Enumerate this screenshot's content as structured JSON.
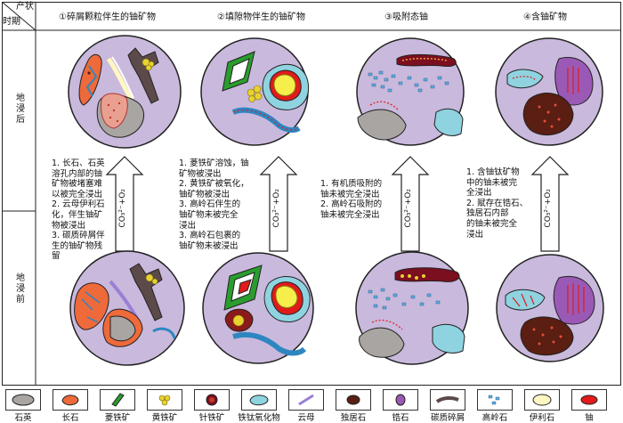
{
  "header": {
    "corner_top": "产状",
    "corner_bottom": "时期",
    "columns": [
      "①碎屑颗粒伴生的铀矿物",
      "②填隙物伴生的铀矿物",
      "③吸附态铀",
      "④含铀矿物"
    ]
  },
  "rows": {
    "after": "地浸后",
    "before": "地浸前"
  },
  "notes": [
    [
      "1. 长石、石英",
      "溶孔内部的铀",
      "矿物被堵塞难",
      "以被完全浸出",
      "2. 云母伊利石",
      "化，伴生铀矿",
      "物被浸出",
      "3. 碳质碎屑伴",
      "生的铀矿物残",
      "留"
    ],
    [
      "1. 菱铁矿溶蚀，铀",
      "矿物被浸出",
      "2. 黄铁矿被氧化，",
      "铀矿物被浸出",
      "3. 高岭石伴生的",
      "铀矿物未被完全",
      "浸出",
      "3. 高岭石包裹的",
      "铀矿物未被浸出"
    ],
    [
      "1. 有机质吸附的",
      "铀未被完全浸出",
      "2. 高岭石吸附的",
      "铀未被完全浸出"
    ],
    [
      "1. 含铀钛矿物",
      "中的铀未被完",
      "全浸出",
      "2. 赋存在锆石、",
      "独居石内部",
      "的铀未被完全",
      "浸出"
    ]
  ],
  "arrow_label": "CO₃²⁻+O₂",
  "legend": [
    "石英",
    "长石",
    "菱铁矿",
    "黄铁矿",
    "针铁矿",
    "铁钛氧化物",
    "云母",
    "独居石",
    "锆石",
    "碳质碎屑",
    "高岭石",
    "伊利石",
    "铀"
  ],
  "colors": {
    "circle_fill": "#c9b9dc",
    "quartz": "#a9a5a3",
    "feldspar": "#ee6a3a",
    "siderite": "#2a9d2f",
    "pyrite": "#e8d230",
    "goethite": "#7b0f1f",
    "fe_ti_oxide": "#8fd3e0",
    "mica": "#9a7fd6",
    "monazite": "#5a1e12",
    "zircon": "#9b59b6",
    "carbon": "#5c4a4a",
    "kaolinite": "#2e86c1",
    "illite": "#fff7c2",
    "uranium": "#e11b1b"
  }
}
